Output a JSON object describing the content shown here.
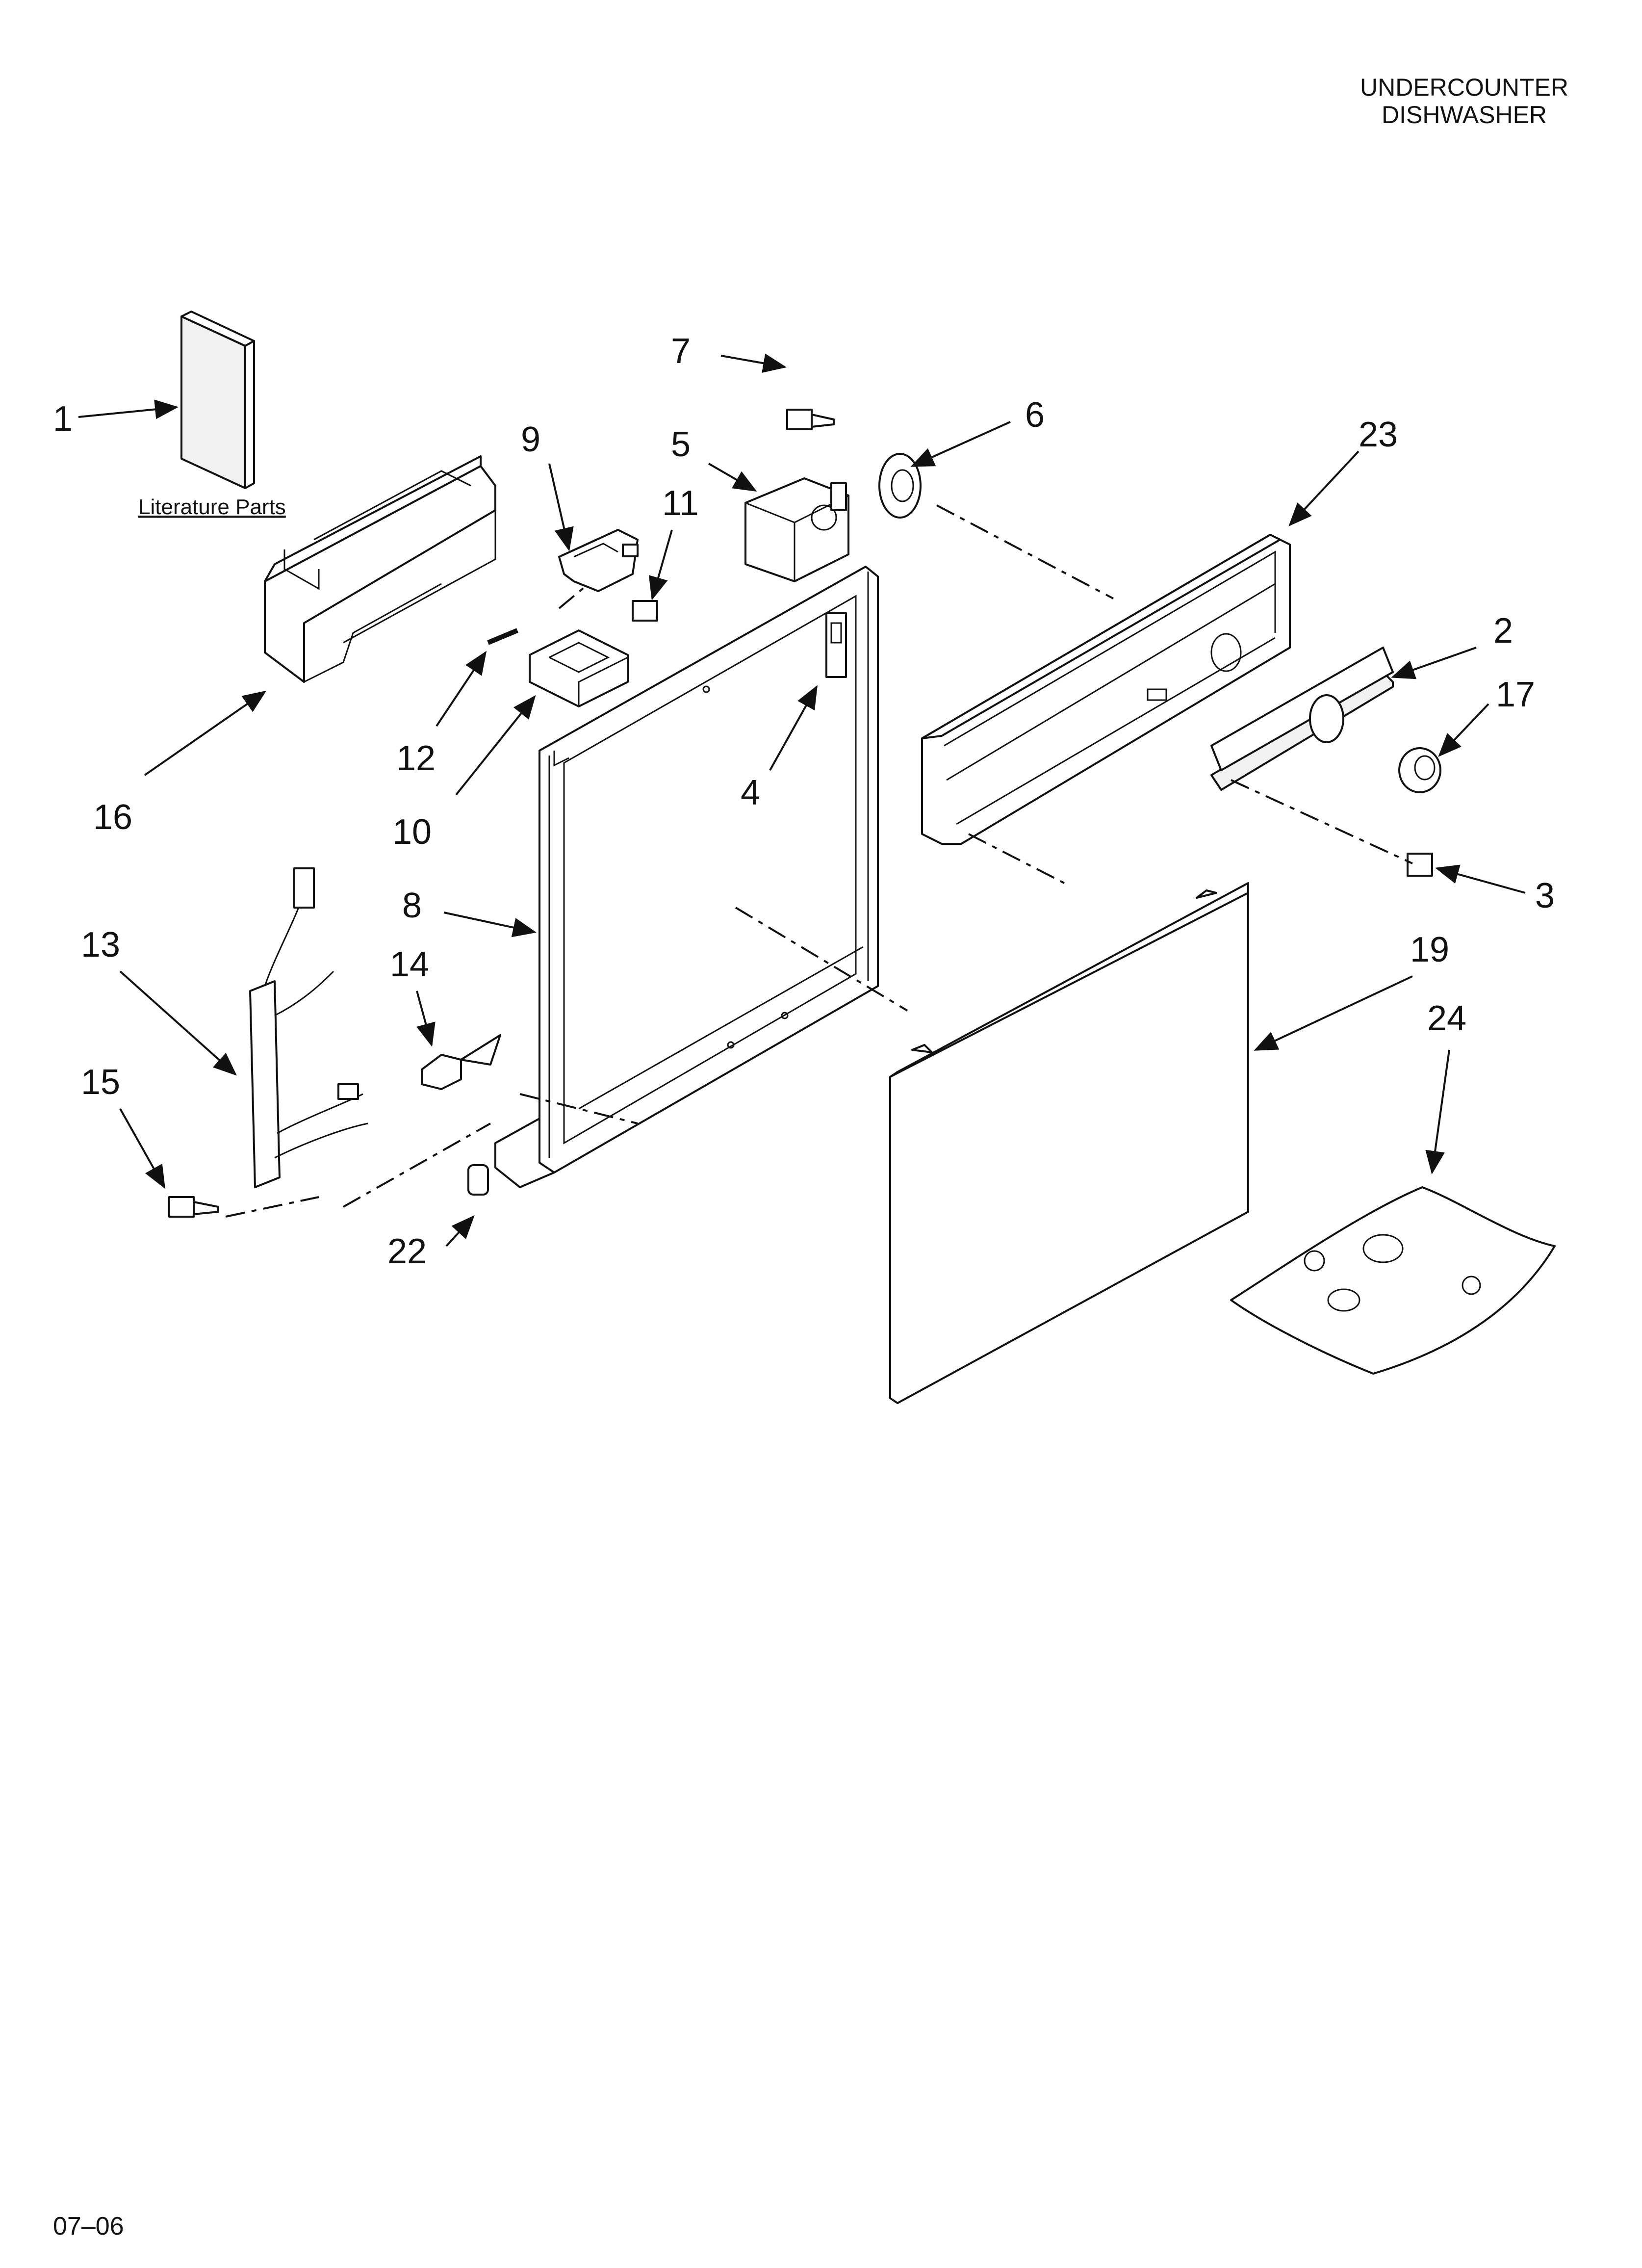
{
  "header": {
    "line1": "UNDERCOUNTER",
    "line2": "DISHWASHER"
  },
  "footer": {
    "code": "07–06"
  },
  "literature_label": "Literature Parts",
  "callouts": [
    "1",
    "2",
    "3",
    "4",
    "5",
    "6",
    "7",
    "8",
    "9",
    "10",
    "11",
    "12",
    "13",
    "14",
    "15",
    "16",
    "17",
    "19",
    "22",
    "23",
    "24"
  ]
}
